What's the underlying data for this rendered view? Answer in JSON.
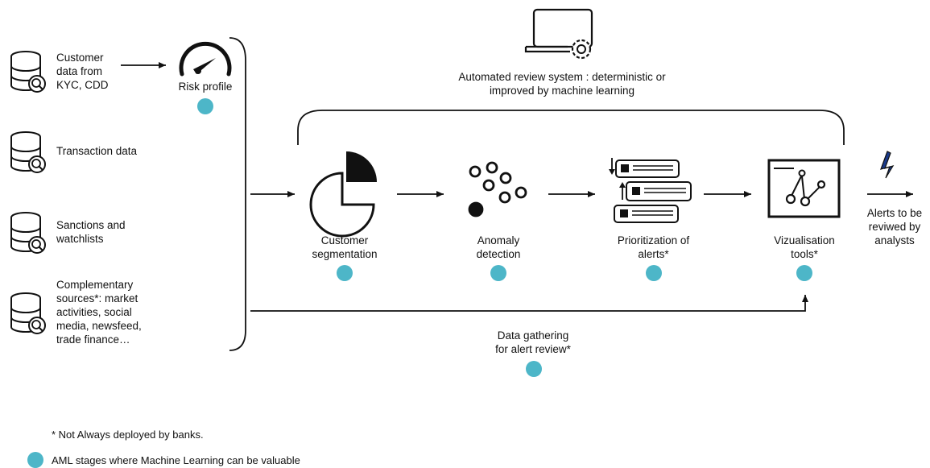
{
  "sources": [
    {
      "label": "Customer\ndata from\nKYC, CDD"
    },
    {
      "label": "Transaction data"
    },
    {
      "label": "Sanctions and\nwatchlists"
    },
    {
      "label": "Complementary\nsources*: market\nactivities, social\nmedia, newsfeed,\ntrade finance…"
    }
  ],
  "risk_profile": {
    "label": "Risk profile"
  },
  "automated": {
    "label": "Automated review system :  deterministic or\nimproved by machine learning"
  },
  "stages": [
    {
      "label": "Customer\nsegmentation"
    },
    {
      "label": "Anomaly\ndetection"
    },
    {
      "label": "Prioritization of\nalerts*"
    },
    {
      "label": "Vizualisation\ntools*"
    }
  ],
  "output": {
    "label": "Alerts to be\nreviwed by\nanalysts"
  },
  "data_gathering": {
    "label": "Data gathering\nfor alert review*"
  },
  "footnote": "* Not Always deployed by banks.",
  "legend": {
    "label": "AML stages where Machine Learning can be valuable"
  },
  "colors": {
    "ml_dot": "#4db6c8",
    "lightning": "#1a3a8a"
  }
}
